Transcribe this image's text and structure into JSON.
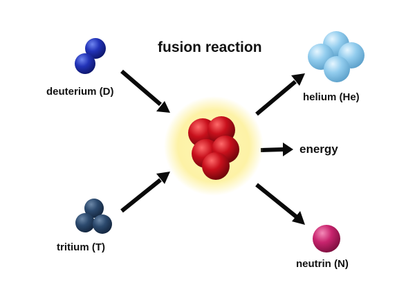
{
  "title": "fusion reaction",
  "inputs": {
    "deuterium": {
      "label": "deuterium (D)",
      "color": "#1f2fa8"
    },
    "tritium": {
      "label": "tritium (T)",
      "color": "#2a4666"
    }
  },
  "core": {
    "color": "#c0101a",
    "glow": "#fdf3a8"
  },
  "outputs": {
    "helium": {
      "label": "helium (He)",
      "color": "#8ec9ea"
    },
    "energy": {
      "label": "energy"
    },
    "neutron": {
      "label": "neutrin (N)",
      "color": "#c8246e"
    }
  },
  "arrow_color": "#0a0a0a"
}
